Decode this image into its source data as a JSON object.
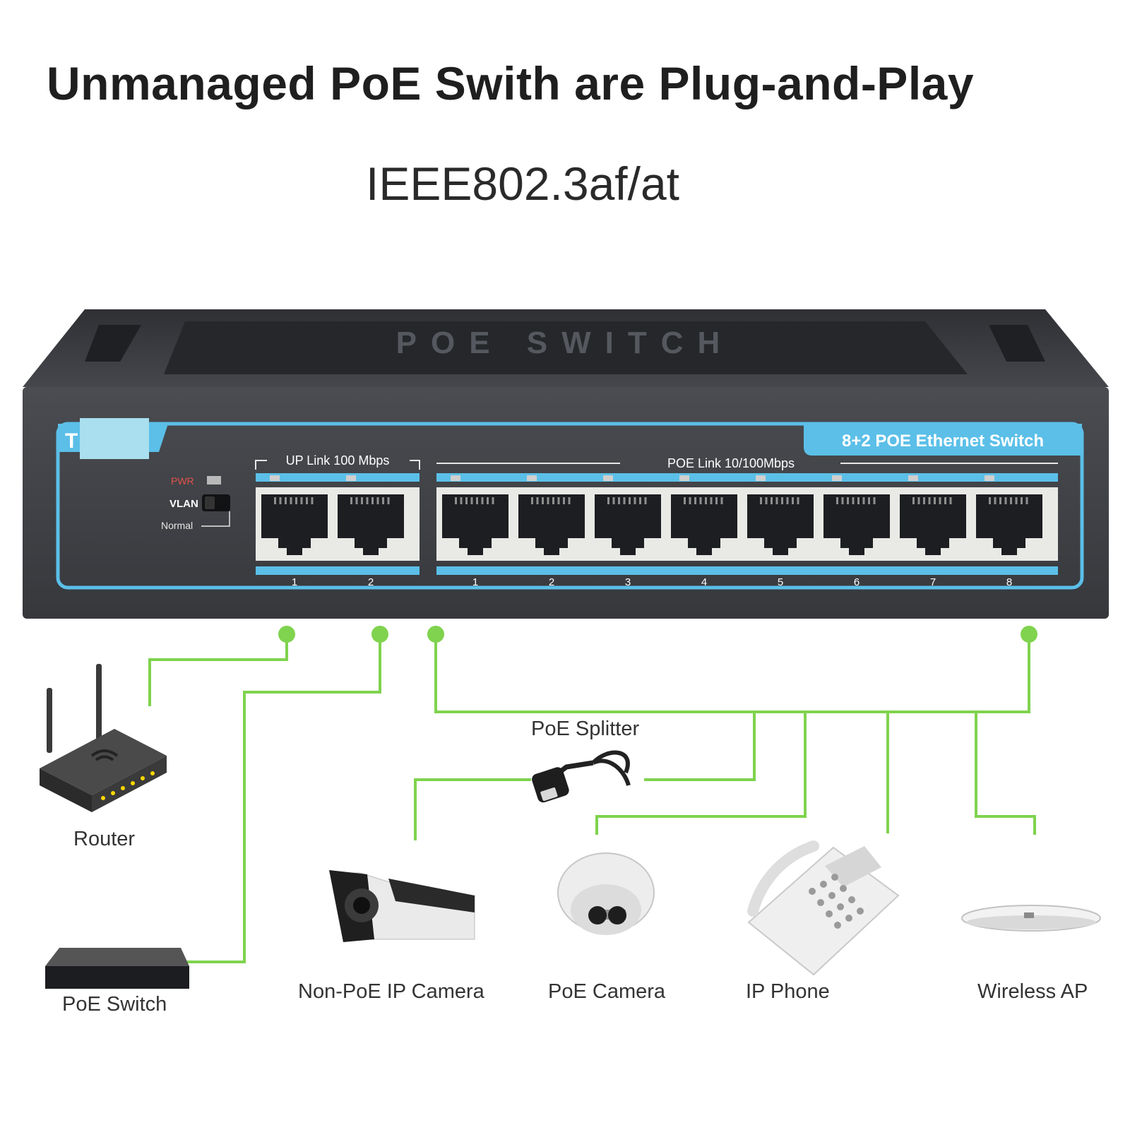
{
  "header": {
    "title": "Unmanaged PoE Swith are Plug-and-Play",
    "subtitle": "IEEE802.3af/at"
  },
  "switch": {
    "top_label": "POE SWITCH",
    "brand_text": "T",
    "model_badge": "8+2 POE Ethernet Switch",
    "indicators": {
      "pwr": "PWR",
      "vlan": "VLAN",
      "normal": "Normal"
    },
    "uplink_group": {
      "label": "UP Link 100 Mbps",
      "ports": [
        "1",
        "2"
      ]
    },
    "poe_group": {
      "label": "POE Link 10/100Mbps",
      "ports": [
        "1",
        "2",
        "3",
        "4",
        "5",
        "6",
        "7",
        "8"
      ]
    },
    "colors": {
      "body": "#3b3d42",
      "accent": "#5bbfe8",
      "port": "#e9e9e6"
    }
  },
  "connection_color": "#7fd34e",
  "devices": {
    "router": "Router",
    "poe_switch": "PoE Switch",
    "splitter": "PoE Splitter",
    "non_poe_camera": "Non-PoE IP Camera",
    "poe_camera": "PoE Camera",
    "ip_phone": "IP Phone",
    "wireless_ap": "Wireless AP"
  }
}
